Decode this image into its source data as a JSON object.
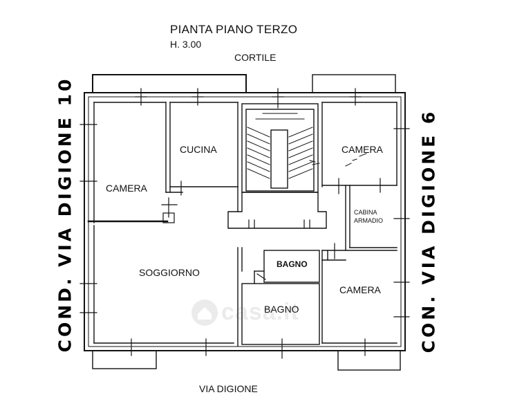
{
  "header": {
    "title": "PIANTA PIANO TERZO",
    "height_label": "H. 3.00"
  },
  "surroundings": {
    "north": "CORTILE",
    "south": "VIA DIGIONE",
    "west": "COND. VIA DIGIONE 10",
    "east": "CON. VIA DIGIONE 6"
  },
  "rooms": {
    "camera_nw": "CAMERA",
    "cucina": "CUCINA",
    "camera_ne": "CAMERA",
    "cabina_armadio_line1": "CABINA",
    "cabina_armadio_line2": "ARMADIO",
    "soggiorno": "SOGGIORNO",
    "bagno_upper": "BAGNO",
    "bagno_lower": "BAGNO",
    "camera_se": "CAMERA"
  },
  "watermark": {
    "text": "casa.it",
    "icon": "house-logo-icon"
  },
  "colors": {
    "ink": "#111111",
    "background": "#ffffff",
    "watermark": "#666666"
  }
}
